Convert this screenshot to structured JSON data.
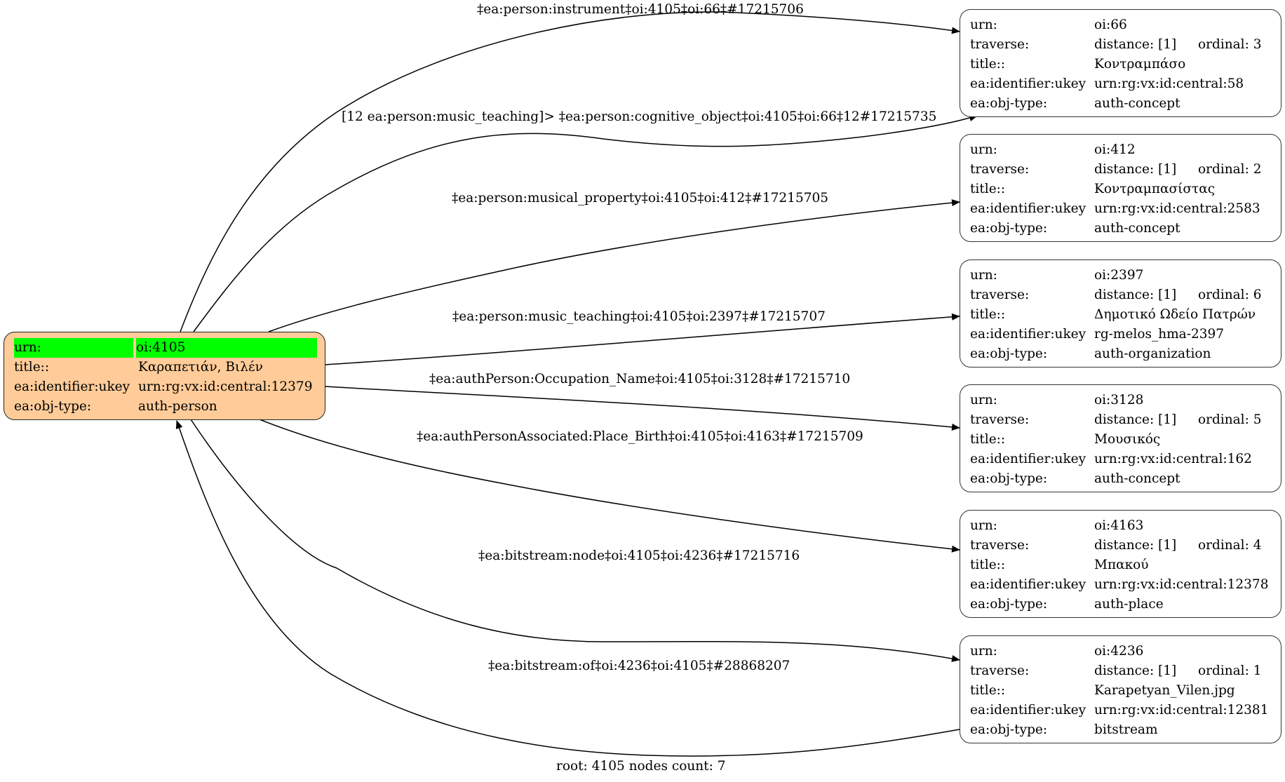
{
  "root": {
    "urn_label": "urn:",
    "urn": "oi:4105",
    "title_label": "title::",
    "title": "Καραπετιάν, Βιλέν",
    "ukey_label": "ea:identifier:ukey",
    "ukey": "urn:rg:vx:id:central:12379",
    "type_label": "ea:obj-type:",
    "type": "auth-person",
    "fill_color": "#ffcc99",
    "highlight_color": "#00ff00"
  },
  "nodes": [
    {
      "urn_label": "urn:",
      "urn": "oi:66",
      "traverse_label": "traverse:",
      "distance": "distance: [1]",
      "ordinal": "ordinal: 3",
      "title_label": "title::",
      "title": "Κοντραμπάσο",
      "ukey_label": "ea:identifier:ukey",
      "ukey": "urn:rg:vx:id:central:58",
      "type_label": "ea:obj-type:",
      "type": "auth-concept"
    },
    {
      "urn_label": "urn:",
      "urn": "oi:412",
      "traverse_label": "traverse:",
      "distance": "distance: [1]",
      "ordinal": "ordinal: 2",
      "title_label": "title::",
      "title": "Κοντραμπασίστας",
      "ukey_label": "ea:identifier:ukey",
      "ukey": "urn:rg:vx:id:central:2583",
      "type_label": "ea:obj-type:",
      "type": "auth-concept"
    },
    {
      "urn_label": "urn:",
      "urn": "oi:2397",
      "traverse_label": "traverse:",
      "distance": "distance: [1]",
      "ordinal": "ordinal: 6",
      "title_label": "title::",
      "title": "Δημοτικό Ωδείο Πατρών",
      "ukey_label": "ea:identifier:ukey",
      "ukey": "rg-melos_hma-2397",
      "type_label": "ea:obj-type:",
      "type": "auth-organization"
    },
    {
      "urn_label": "urn:",
      "urn": "oi:3128",
      "traverse_label": "traverse:",
      "distance": "distance: [1]",
      "ordinal": "ordinal: 5",
      "title_label": "title::",
      "title": "Μουσικός",
      "ukey_label": "ea:identifier:ukey",
      "ukey": "urn:rg:vx:id:central:162",
      "type_label": "ea:obj-type:",
      "type": "auth-concept"
    },
    {
      "urn_label": "urn:",
      "urn": "oi:4163",
      "traverse_label": "traverse:",
      "distance": "distance: [1]",
      "ordinal": "ordinal: 4",
      "title_label": "title::",
      "title": "Μπακού",
      "ukey_label": "ea:identifier:ukey",
      "ukey": "urn:rg:vx:id:central:12378",
      "type_label": "ea:obj-type:",
      "type": "auth-place"
    },
    {
      "urn_label": "urn:",
      "urn": "oi:4236",
      "traverse_label": "traverse:",
      "distance": "distance: [1]",
      "ordinal": "ordinal: 1",
      "title_label": "title::",
      "title": "Karapetyan_Vilen.jpg",
      "ukey_label": "ea:identifier:ukey",
      "ukey": "urn:rg:vx:id:central:12381",
      "type_label": "ea:obj-type:",
      "type": "bitstream"
    }
  ],
  "edges": [
    {
      "from": "oi:4105",
      "to": "oi:66",
      "label": "‡ea:person:instrument‡oi:4105‡oi:66‡#17215706"
    },
    {
      "from": "oi:4105",
      "to": "oi:66",
      "label": "[12 ea:person:music_teaching]> ‡ea:person:cognitive_object‡oi:4105‡oi:66‡12#17215735"
    },
    {
      "from": "oi:4105",
      "to": "oi:412",
      "label": "‡ea:person:musical_property‡oi:4105‡oi:412‡#17215705"
    },
    {
      "from": "oi:4105",
      "to": "oi:2397",
      "label": "‡ea:person:music_teaching‡oi:4105‡oi:2397‡#17215707"
    },
    {
      "from": "oi:4105",
      "to": "oi:3128",
      "label": "‡ea:authPerson:Occupation_Name‡oi:4105‡oi:3128‡#17215710"
    },
    {
      "from": "oi:4105",
      "to": "oi:4163",
      "label": "‡ea:authPersonAssociated:Place_Birth‡oi:4105‡oi:4163‡#17215709"
    },
    {
      "from": "oi:4105",
      "to": "oi:4236",
      "label": "‡ea:bitstream:node‡oi:4105‡oi:4236‡#17215716"
    },
    {
      "from": "oi:4236",
      "to": "oi:4105",
      "label": "‡ea:bitstream:of‡oi:4236‡oi:4105‡#28868207"
    }
  ],
  "footer": "root: 4105 nodes count: 7"
}
